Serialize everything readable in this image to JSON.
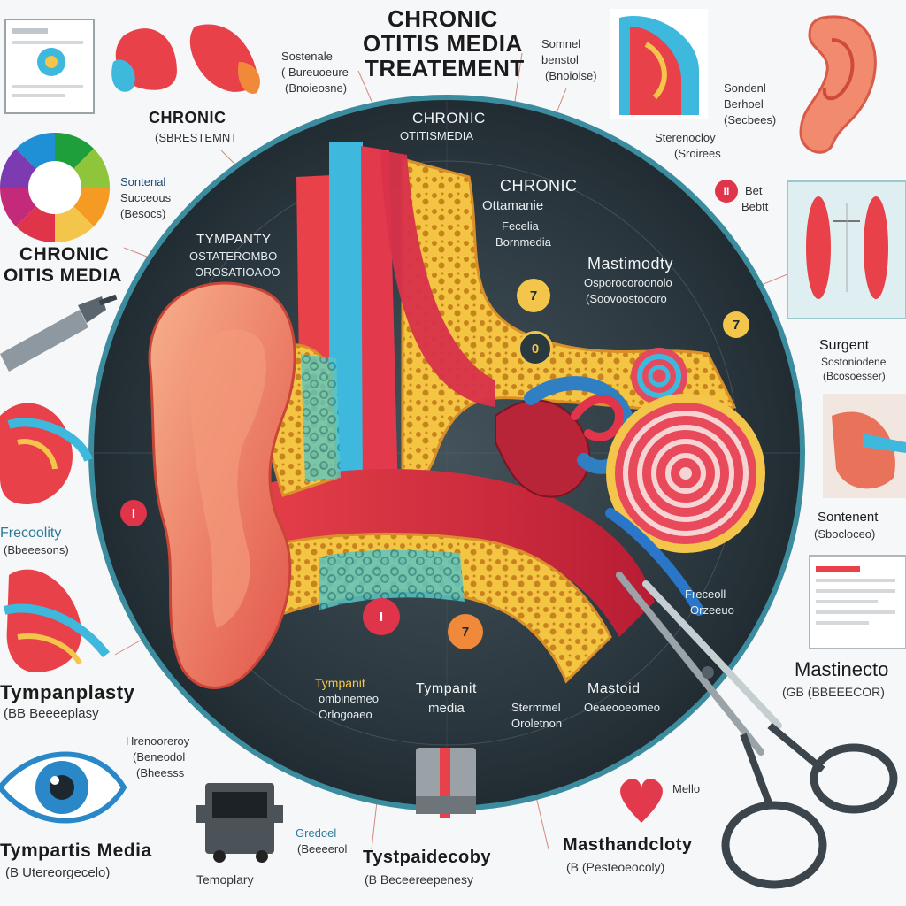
{
  "title": {
    "line1": "CHRONIC",
    "line2": "OTITIS MEDIA",
    "line3": "TREATEMENT"
  },
  "outer_labels": {
    "chronic_left": "CHRONIC",
    "chronic_left_sub": "(SBRESTEMNT",
    "chronic_otitis_line1": "CHRONIC",
    "chronic_otitis_line2": "OITIS MEDIA",
    "top_center_sub1": "Sostenale",
    "top_center_sub2": "( Bureuoeure",
    "top_center_sub3": "(Bnoieosne)",
    "wheel_label1": "Sontenal",
    "wheel_label2": "Succeous",
    "wheel_label3": "(Besocs)",
    "top_right_label1": "Somnel",
    "top_right_label2": "benstol",
    "top_right_label3": "(Bnoioise)",
    "ear_label1": "Sondenl",
    "ear_label2": "Berhoel",
    "ear_label3": "(Secbees)",
    "stenodoly1": "Sterenocloy",
    "stenodoly2": "(Sroirees",
    "badge_set_label1": "Bet",
    "badge_set_label2": "Bebtt",
    "surgent1": "Surgent",
    "surgent2": "Sostoniodene",
    "surgent3": "(Bcosoesser)",
    "sontenent1": "Sontenent",
    "sontenent2": "(Sbocloceo)",
    "mastinecto1": "Mastinecto",
    "mastinecto2": "(GB (BBEEECOR)",
    "freceolity1": "Frecoolity",
    "freceolity2": "(Bbeeesons)",
    "tympanplasty1": "Tympanplasty",
    "tympanplasty2": "(BB Beeeeplasy",
    "hornelony1": "Hrenooreroy",
    "hornelony2": "(Beneodol",
    "hornelony3": "(Bheesss",
    "tympartis1": "Tympartis Media",
    "tympartis2": "(B Utereorgecelo)",
    "gredoel1": "Gredoel",
    "gredoel2": "(Beeeerol",
    "temoplary": "Temoplary",
    "tystpaide1": "Tystpaidecoby",
    "tystpaide2": "(B Beceereepenesy",
    "mastaride1": "Masthandcloty",
    "mastaride2": "(B (Pesteoeocoly)",
    "heart_label": "Mello"
  },
  "inner_labels": {
    "chronic_top1": "CHRONIC",
    "chronic_top2": "OTITISMEDIA",
    "chronic_mid1": "CHRONIC",
    "chronic_mid2": "Ottamanie",
    "chronic_mid3": "Fecelia",
    "chronic_mid4": "Bornmedia",
    "tympanty1": "TYMPANTY",
    "tympanty2": "OSTATEROMBO",
    "tympanty3": "OROSATIOAOO",
    "mastimodty1": "Mastimodty",
    "mastimodty2": "Osporocoroonolo",
    "mastimodty3": "(Soovoostoooro",
    "tympani1": "Tympanit",
    "tympani2": "ombinemeo",
    "tympani3": "Orlogoaeo",
    "tympanit_media1": "Tympanit",
    "tympanit_media2": "media",
    "mastoid1": "Mastoid",
    "mastoid2": "Oeaeooeomeo",
    "stermme1": "Stermmel",
    "stermme2": "Oroletnon",
    "freceocl1": "Freceoll",
    "freceocl2": "Orzeeuo"
  },
  "badges": [
    "7",
    "0",
    "7",
    "I",
    "7",
    "I",
    "II"
  ],
  "colors": {
    "disk": "#26343c",
    "ring": "#3a8c9e",
    "red": "#e0344a",
    "blue": "#3fb8de",
    "yellow": "#f3c54a",
    "orange": "#f08a3a"
  }
}
